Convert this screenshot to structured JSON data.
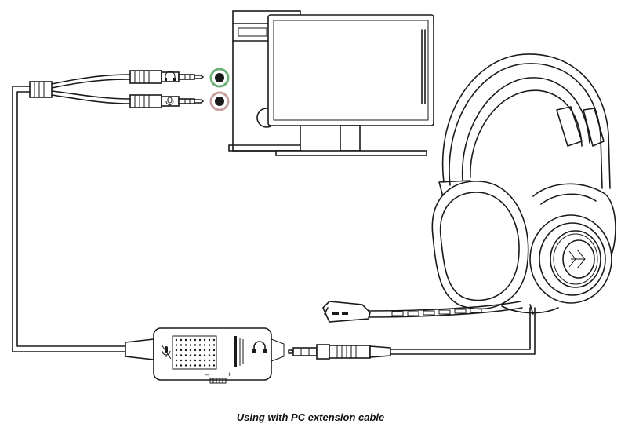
{
  "caption": "Using with PC extension cable",
  "colors": {
    "line": "#1a1a1a",
    "mic_jack_accent": "#c9a0a0",
    "headphone_jack_accent": "#6fb07a"
  },
  "icons": {
    "headphone": "headphone-symbol",
    "microphone": "microphone-symbol",
    "brand": "hyperx-logo"
  },
  "control_box": {
    "minus_label": "–",
    "plus_label": "+"
  }
}
